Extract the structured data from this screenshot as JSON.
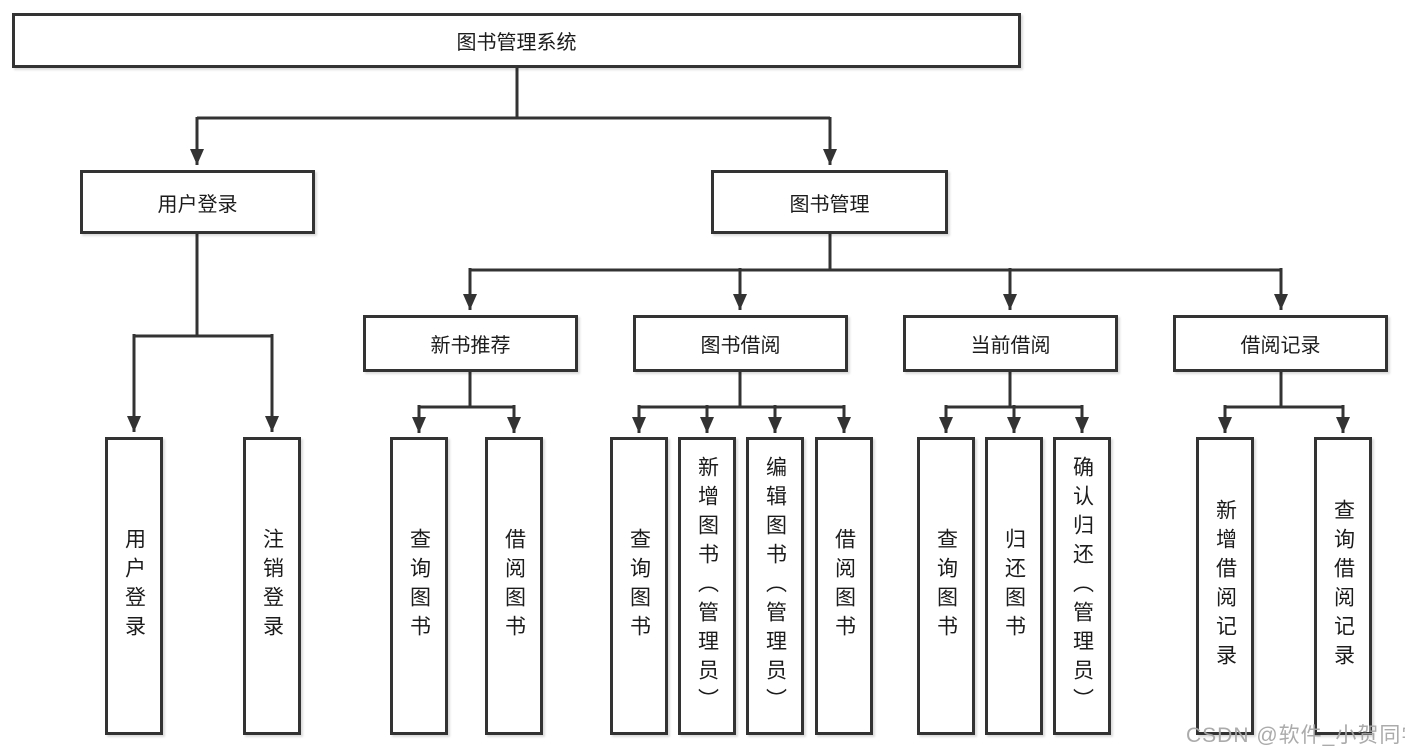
{
  "tree": {
    "label": "图书管理系统",
    "children": [
      {
        "label": "用户登录",
        "children": [
          {
            "label": "用户登录"
          },
          {
            "label": "注销登录"
          }
        ]
      },
      {
        "label": "图书管理",
        "children": [
          {
            "label": "新书推荐",
            "children": [
              {
                "label": "查询图书"
              },
              {
                "label": "借阅图书"
              }
            ]
          },
          {
            "label": "图书借阅",
            "children": [
              {
                "label": "查询图书"
              },
              {
                "label": "新增图书（管理员）"
              },
              {
                "label": "编辑图书（管理员）"
              },
              {
                "label": "借阅图书"
              }
            ]
          },
          {
            "label": "当前借阅",
            "children": [
              {
                "label": "查询图书"
              },
              {
                "label": "归还图书"
              },
              {
                "label": "确认归还（管理员）"
              }
            ]
          },
          {
            "label": "借阅记录",
            "children": [
              {
                "label": "新增借阅记录"
              },
              {
                "label": "查询借阅记录"
              }
            ]
          }
        ]
      }
    ]
  },
  "watermark": {
    "text": "CSDN @软件_小贺同学"
  },
  "colors": {
    "line": "#333333",
    "box_border": "#333333",
    "box_fill": "#ffffff",
    "text": "#1c1c1c",
    "watermark": "#a6a6a6",
    "background": "#ffffff"
  }
}
